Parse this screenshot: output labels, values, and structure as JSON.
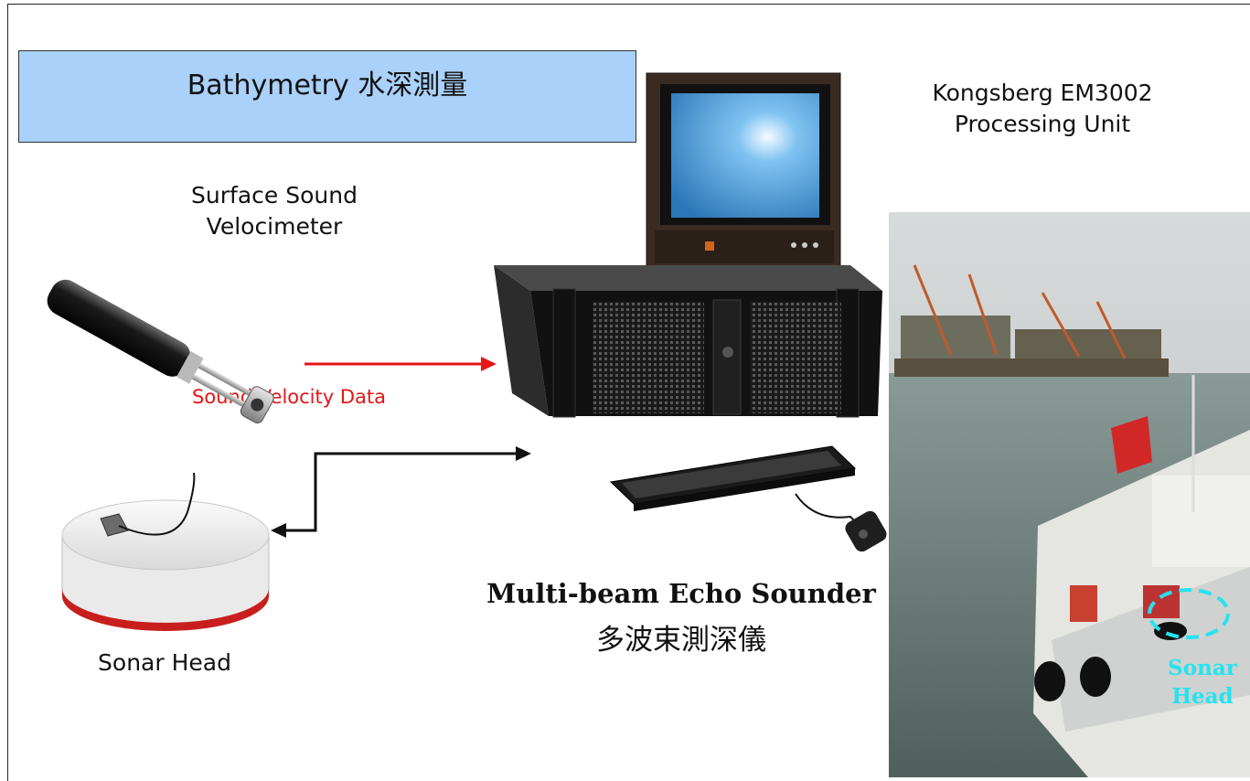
{
  "header": {
    "title": "Bathymetry 水深測量"
  },
  "labels": {
    "surface_sound_velocimeter": "Surface Sound\nVelocimeter",
    "processing_unit": "Kongsberg EM3002\nProcessing Unit",
    "sound_velocity_data": "Sound Velocity Data",
    "sonar_head": "Sonar Head",
    "mbes_english": "Multi-beam Echo Sounder",
    "mbes_chinese": "多波束測深儀",
    "photo_sonar_line1": "Sonar",
    "photo_sonar_line2": "Head"
  },
  "colors": {
    "title_bg": "#a9d1f9",
    "data_arrow": "#e51616",
    "link_arrow": "#111111",
    "photo_highlight": "#25e3f0"
  },
  "icons": [
    "velocimeter-icon",
    "sonar-head-icon",
    "computer-monitor-icon",
    "rack-pc-icon",
    "keyboard-icon",
    "mouse-icon",
    "boat-photo"
  ]
}
